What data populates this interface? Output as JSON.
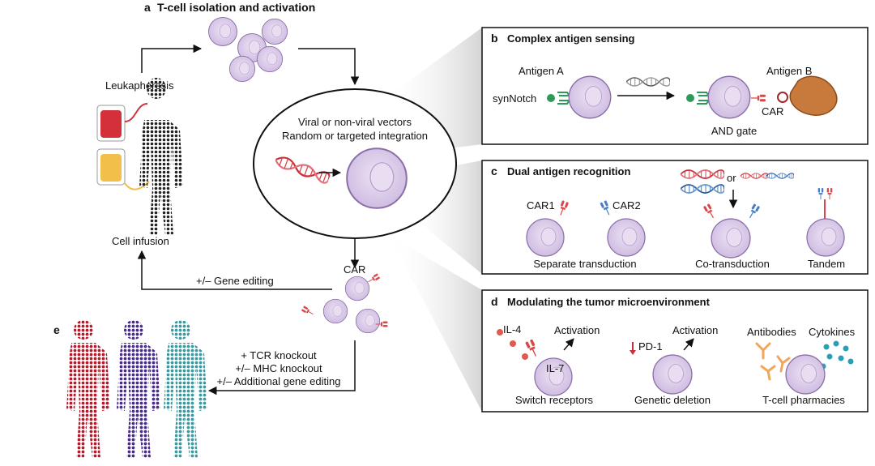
{
  "panel_a": {
    "letter": "a",
    "title": "T-cell isolation and activation",
    "leukapheresis": "Leukapheresis",
    "cell_infusion": "Cell infusion",
    "vector_line1": "Viral or non-viral vectors",
    "vector_line2": "Random or targeted integration",
    "car": "CAR",
    "gene_editing": "+/– Gene editing",
    "tcr_knockout": "+ TCR knockout",
    "mhc_knockout": "+/– MHC knockout",
    "additional_editing": "+/– Additional gene editing"
  },
  "panel_b": {
    "letter": "b",
    "title": "Complex antigen sensing",
    "antigen_a": "Antigen A",
    "antigen_b": "Antigen B",
    "synnotch": "synNotch",
    "car": "CAR",
    "and_gate": "AND gate"
  },
  "panel_c": {
    "letter": "c",
    "title": "Dual antigen recognition",
    "car1": "CAR1",
    "car2": "CAR2",
    "or": "or",
    "separate": "Separate transduction",
    "co": "Co-transduction",
    "tandem": "Tandem"
  },
  "panel_d": {
    "letter": "d",
    "title": "Modulating the tumor microenvironment",
    "il4": "IL-4",
    "activation1": "Activation",
    "il7": "IL-7",
    "pd1": "PD-1",
    "activation2": "Activation",
    "antibodies": "Antibodies",
    "cytokines": "Cytokines",
    "switch": "Switch receptors",
    "deletion": "Genetic deletion",
    "pharmacies": "T-cell pharmacies"
  },
  "panel_e": {
    "letter": "e"
  },
  "colors": {
    "cell_fill": "#d8c8e6",
    "cell_stroke": "#8a6fa8",
    "car_red": "#d9474a",
    "car_blue": "#4a7ec2",
    "synnotch_green": "#2e9a5a",
    "antigen_b": "#c87a3c",
    "cytokine_cyan": "#2aa0b8",
    "antibody_orange": "#f2a65a",
    "human_red": "#b8182a",
    "human_purple": "#4a2a8a",
    "human_teal": "#3a9aa0"
  }
}
